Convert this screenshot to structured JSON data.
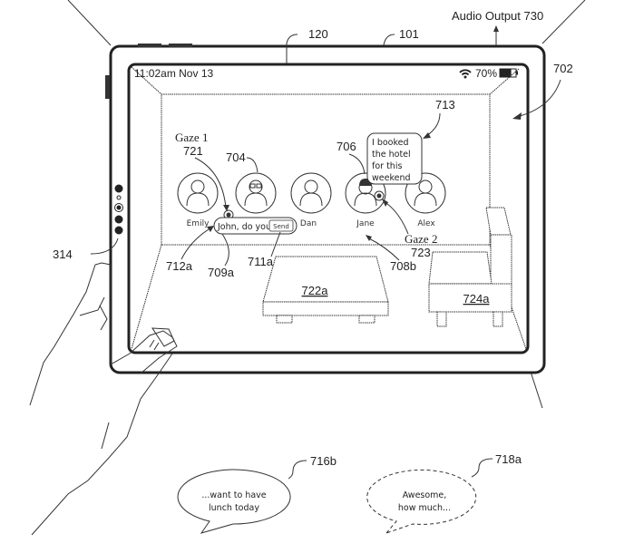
{
  "figure": {
    "labels": {
      "device": "101",
      "display": "120",
      "audio_output": "Audio Output 730",
      "environment": "702",
      "side_sensors": "314",
      "gaze1_label": "Gaze 1",
      "gaze1_ref": "721",
      "gaze2_label": "Gaze 2",
      "gaze2_ref": "723",
      "avatar_704": "704",
      "avatar_706": "706",
      "bubble_713": "713",
      "ref_712a": "712a",
      "ref_709a": "709a",
      "ref_711a": "711a",
      "ref_708b": "708b",
      "table": "722a",
      "chair": "724a",
      "speech_716b": "716b",
      "speech_718a": "718a"
    }
  },
  "status_bar": {
    "time": "11:02am Nov 13",
    "wifi_icon": "wifi-icon",
    "battery_percent": "70%",
    "battery_level": 0.7,
    "battery_icon": "battery-icon"
  },
  "participants": [
    {
      "name": "Emily",
      "icon": "person-icon"
    },
    {
      "name": "",
      "icon": "person-glasses-icon"
    },
    {
      "name": "Dan",
      "icon": "person-icon"
    },
    {
      "name": "Jane",
      "icon": "person-dark-hair-icon"
    },
    {
      "name": "Alex",
      "icon": "person-icon"
    }
  ],
  "message_input": {
    "value": "John, do you",
    "send_label": "Send"
  },
  "chat_bubble": {
    "lines": [
      "I booked",
      "the hotel",
      "for this",
      "weekend"
    ]
  },
  "speech_bubbles": [
    {
      "lines": [
        "...want to have",
        "lunch today"
      ],
      "style": "solid"
    },
    {
      "lines": [
        "Awesome,",
        "how much..."
      ],
      "style": "dashed"
    }
  ]
}
